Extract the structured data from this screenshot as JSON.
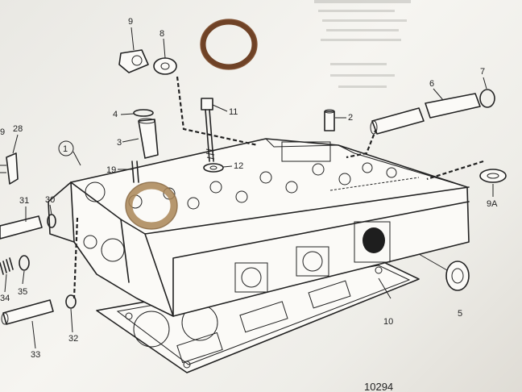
{
  "part_labels": [
    {
      "id": "label-1",
      "text": "1"
    },
    {
      "id": "label-2",
      "text": "2"
    },
    {
      "id": "label-3",
      "text": "3"
    },
    {
      "id": "label-4",
      "text": "4"
    },
    {
      "id": "label-5",
      "text": "5"
    },
    {
      "id": "label-6",
      "text": "6"
    },
    {
      "id": "label-7",
      "text": "7"
    },
    {
      "id": "label-8",
      "text": "8"
    },
    {
      "id": "label-9",
      "text": "9"
    },
    {
      "id": "label-9a",
      "text": "9A"
    },
    {
      "id": "label-10",
      "text": "10"
    },
    {
      "id": "label-11",
      "text": "11"
    },
    {
      "id": "label-12",
      "text": "12"
    },
    {
      "id": "label-19",
      "text": "19"
    },
    {
      "id": "label-28",
      "text": "28"
    },
    {
      "id": "label-29",
      "text": "9"
    },
    {
      "id": "label-30",
      "text": "30"
    },
    {
      "id": "label-31",
      "text": "31"
    },
    {
      "id": "label-32",
      "text": "32"
    },
    {
      "id": "label-33",
      "text": "33"
    },
    {
      "id": "label-34",
      "text": "34"
    },
    {
      "id": "label-35",
      "text": "35"
    }
  ],
  "figure_number": "10294",
  "colors": {
    "ink": "#222222",
    "paper": "#f1f0ec",
    "copper_ring": "#7a4a2c",
    "gold_ring": "#b89a6a"
  }
}
